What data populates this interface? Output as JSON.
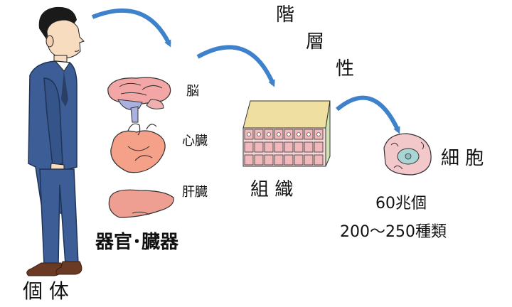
{
  "labels": {
    "individual": "個 体",
    "organs": "器官･臓器",
    "brain": "脳",
    "heart": "心臓",
    "liver": "肝臓",
    "tissue": "組 織",
    "cell": "細 胞",
    "hierarchy": [
      "階",
      "層",
      "性"
    ],
    "cell_count": "60兆個",
    "cell_types": "200～250種類"
  },
  "colors": {
    "arrow": "#3f82cc",
    "suit": "#3c5d95",
    "skin": "#f8dcc0",
    "organ_pink": "#f3a6a6",
    "liver": "#ef9e92",
    "tissue_cell": "#f2b9bd",
    "tissue_top": "#efe0a2",
    "cell_body": "#f3c8cb",
    "nucleus": "#a9d6d4"
  },
  "icons": [
    "person-figure",
    "brain-icon",
    "heart-icon",
    "liver-icon",
    "tissue-block-icon",
    "cell-icon"
  ]
}
